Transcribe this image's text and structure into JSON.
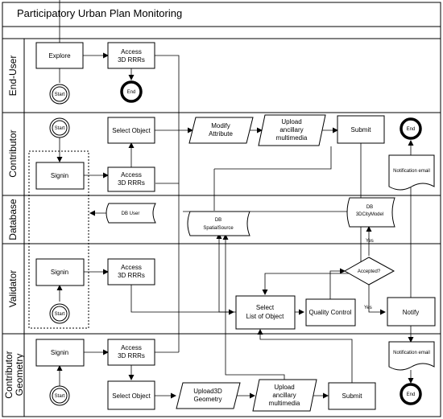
{
  "title": "Participatory Urban Plan Monitoring",
  "lanes": {
    "end_user": "End-User",
    "contributor": "Contributor",
    "database": "Database",
    "validator": "Validator",
    "contributor_geometry": [
      "Contributor",
      "Geometry"
    ]
  },
  "nodes": {
    "eu_explore": "Explore",
    "eu_access": [
      "Access",
      "3D RRRs"
    ],
    "eu_start": "Start",
    "eu_end": "End",
    "c_start": "Start",
    "c_select_object": "Select Object",
    "c_modify": [
      "Modify",
      "Attribute"
    ],
    "c_upload": [
      "Upload",
      "ancillary",
      "multimedia"
    ],
    "c_submit": "Submit",
    "c_end": "End",
    "c_signin": "Signin",
    "c_access": [
      "Access",
      "3D RRRs"
    ],
    "c_notification": "Notification email",
    "db_user": "DB User",
    "db_spatial": [
      "DB",
      "SpatialSource"
    ],
    "db_citymodel": [
      "DB",
      "3DCityModel"
    ],
    "v_signin": "Signin",
    "v_access": [
      "Access",
      "3D RRRs"
    ],
    "v_start": "Start",
    "v_select_list": [
      "Select",
      "List of Object"
    ],
    "v_quality": "Quality Control",
    "v_accepted": "Accepted?",
    "v_notify": "Notify",
    "v_yes_up": "Yes",
    "v_yes_right": "Yes",
    "g_signin": "Signin",
    "g_access": [
      "Access",
      "3D RRRs"
    ],
    "g_start": "Start",
    "g_select_object": "Select Object",
    "g_upload3d": [
      "Upload3D",
      "Geometry"
    ],
    "g_upload": [
      "Upload",
      "ancillary",
      "multimedia"
    ],
    "g_submit": "Submit",
    "g_end": "End",
    "g_notification": "Notification email"
  }
}
